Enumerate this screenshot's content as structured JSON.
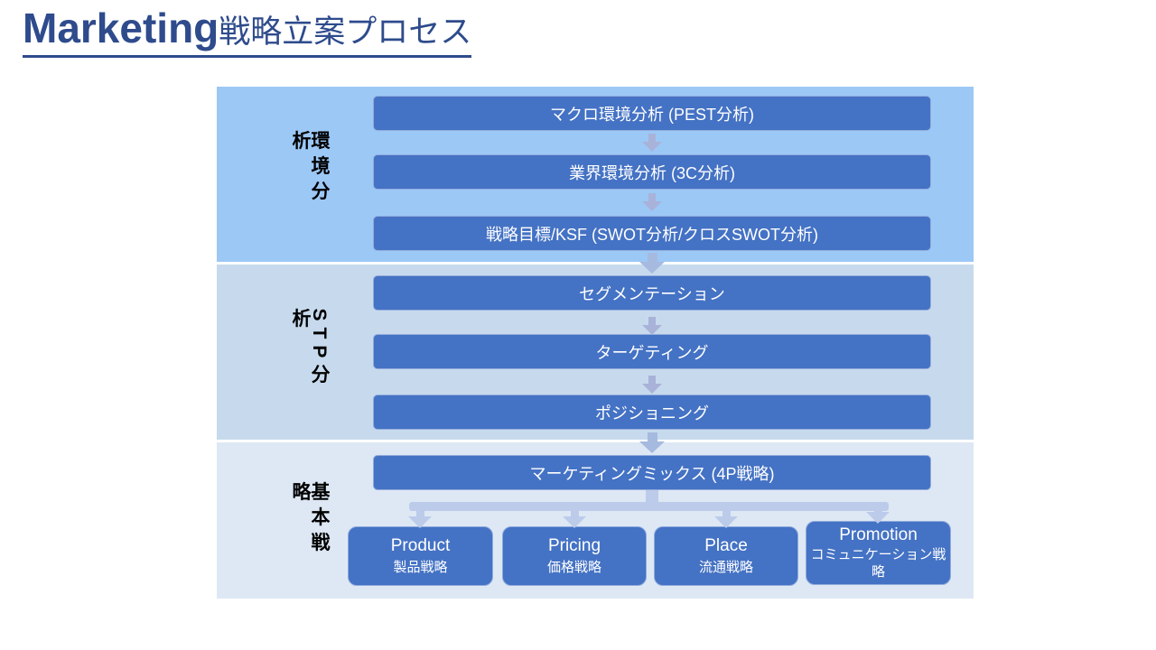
{
  "title": {
    "en": "Marketing",
    "ja": "戦略立案プロセス"
  },
  "colors": {
    "title_text": "#2E4B8C",
    "box_fill": "#4472C4",
    "box_text": "#FFFFFF",
    "section_env_bg": "#9CC8F6",
    "section_stp_bg": "#C7DAED",
    "section_basic_bg": "#DEE8F4",
    "small_arrow": "#A9B2D8",
    "section_arrow": "#A6BAE0",
    "connector": "#BCCBEA",
    "label_text": "#000000"
  },
  "sections": [
    {
      "label": "環境分析",
      "boxes": [
        "マクロ環境分析 (PEST分析)",
        "業界環境分析 (3C分析)",
        "戦略目標/KSF (SWOT分析/クロスSWOT分析)"
      ]
    },
    {
      "label": "STP分析",
      "boxes": [
        "セグメンテーション",
        "ターゲティング",
        "ポジショニング"
      ]
    },
    {
      "label": "基本戦略",
      "boxes": [
        "マーケティングミックス (4P戦略)"
      ],
      "sub_boxes": [
        {
          "en": "Product",
          "ja": "製品戦略"
        },
        {
          "en": "Pricing",
          "ja": "価格戦略"
        },
        {
          "en": "Place",
          "ja": "流通戦略"
        },
        {
          "en": "Promotion",
          "ja": "コミュニケーション戦略"
        }
      ]
    }
  ]
}
